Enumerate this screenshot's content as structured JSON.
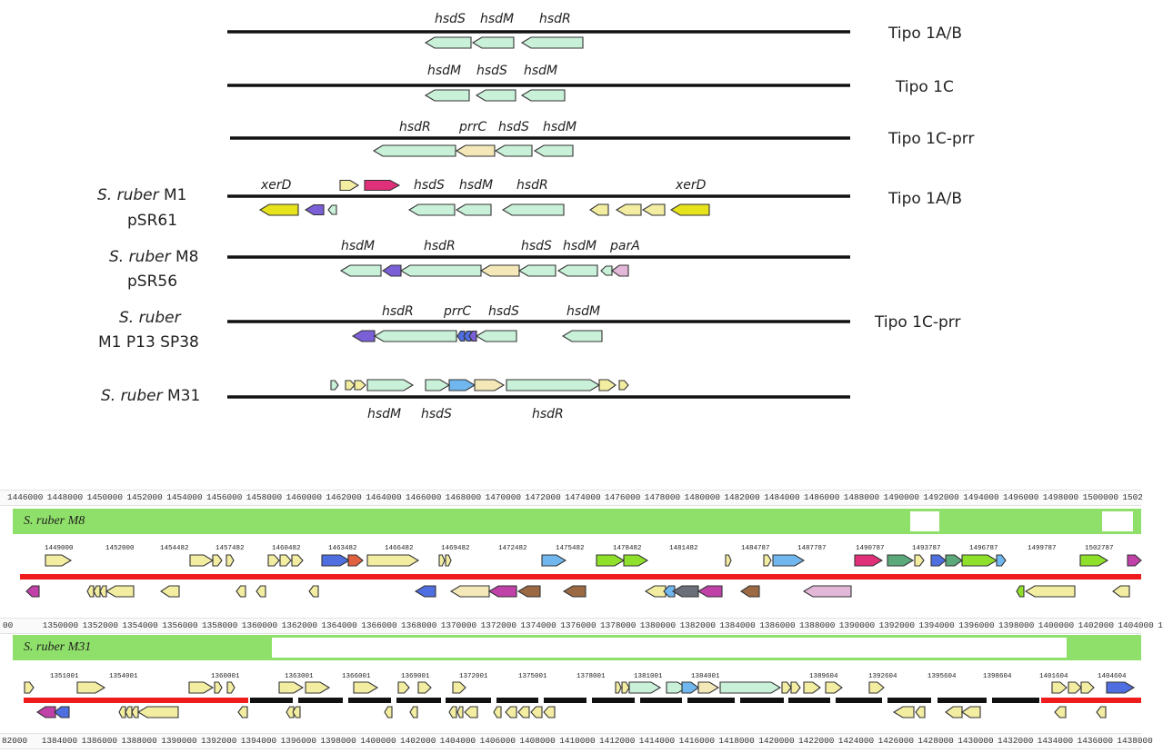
{
  "top_panel": {
    "rows": [
      {
        "label_sp": "",
        "label_rest": "",
        "label_line2": "",
        "type": "Tipo 1A/B",
        "genes_above": [
          "hsdS",
          "hsdM",
          "hsdR"
        ],
        "genes_below": []
      },
      {
        "label_sp": "",
        "label_rest": "",
        "label_line2": "",
        "type": "Tipo 1C",
        "genes_above": [
          "hsdM",
          "hsdS",
          "hsdM"
        ],
        "genes_below": []
      },
      {
        "label_sp": "",
        "label_rest": "",
        "label_line2": "",
        "type": "Tipo 1C-prr",
        "genes_above": [
          "hsdR",
          "prrC",
          "hsdS",
          "hsdM"
        ],
        "genes_below": []
      },
      {
        "label_sp": "S. ruber",
        "label_rest": " M1",
        "label_line2": "pSR61",
        "type": "Tipo 1A/B",
        "genes_above": [
          "xerD",
          "hsdS",
          "hsdM",
          "hsdR",
          "xerD"
        ],
        "genes_below": []
      },
      {
        "label_sp": "S. ruber",
        "label_rest": " M8",
        "label_line2": "pSR56",
        "type": "",
        "genes_above": [
          "hsdM",
          "hsdR",
          "hsdS",
          "hsdM",
          "parA"
        ],
        "genes_below": []
      },
      {
        "label_sp": "S. ruber",
        "label_rest": "",
        "label_line2": "M1 P13 SP38",
        "type": "Tipo 1C-prr",
        "genes_above": [
          "hsdR",
          "prrC",
          "hsdS",
          "hsdM"
        ],
        "genes_below": []
      },
      {
        "label_sp": "S. ruber",
        "label_rest": " M31",
        "label_line2": "",
        "type": "",
        "genes_above": [],
        "genes_below": [
          "hsdM",
          "hsdS",
          "hsdR"
        ]
      }
    ]
  },
  "bottom_panel": {
    "ruler1": [
      "1446000",
      "1448000",
      "1450000",
      "1452000",
      "1454000",
      "1456000",
      "1458000",
      "1460000",
      "1462000",
      "1464000",
      "1466000",
      "1468000",
      "1470000",
      "1472000",
      "1474000",
      "1476000",
      "1478000",
      "1480000",
      "1482000",
      "1484000",
      "1486000",
      "1488000",
      "1490000",
      "1492000",
      "1494000",
      "1496000",
      "1498000",
      "1500000",
      "1502"
    ],
    "ruler2": [
      "00",
      "1350000",
      "1352000",
      "1354000",
      "1356000",
      "1358000",
      "1360000",
      "1362000",
      "1364000",
      "1366000",
      "1368000",
      "1370000",
      "1372000",
      "1374000",
      "1376000",
      "1378000",
      "1380000",
      "1382000",
      "1384000",
      "1386000",
      "1388000",
      "1390000",
      "1392000",
      "1394000",
      "1396000",
      "1398000",
      "1400000",
      "1402000",
      "1404000",
      "1"
    ],
    "ruler3": [
      "82000",
      "1384000",
      "1386000",
      "1388000",
      "1390000",
      "1392000",
      "1394000",
      "1396000",
      "1398000",
      "1400000",
      "1402000",
      "1404000",
      "1406000",
      "1408000",
      "1410000",
      "1412000",
      "1414000",
      "1416000",
      "1418000",
      "1420000",
      "1422000",
      "1424000",
      "1426000",
      "1428000",
      "1430000",
      "1432000",
      "1434000",
      "1436000",
      "1438000"
    ],
    "strain1": "S. ruber M8",
    "strain2": "S. ruber M31",
    "ticks1": [
      "1449000",
      "1452000",
      "1454482",
      "1457482",
      "1460482",
      "1463482",
      "1466482",
      "1469482",
      "1472482",
      "1475482",
      "1478482",
      "1481482",
      "1484787",
      "1487787",
      "1490787",
      "1493787",
      "1496787",
      "1499787",
      "1502787"
    ],
    "ticks2": [
      "1351001",
      "1354001",
      "1360001",
      "1363001",
      "1366001",
      "1369001",
      "1372001",
      "1375001",
      "1378001",
      "1381001",
      "1384001",
      "1389604",
      "1392604",
      "1395604",
      "1398604",
      "1401604",
      "1404604"
    ]
  },
  "colors": {
    "gene_green": "#c9f0d8",
    "gene_yellow": "#f3eda2",
    "gene_cream": "#f4e8b8",
    "gene_yellow_strong": "#e6e21c",
    "gene_magenta": "#e0307a",
    "gene_purple": "#7a5fd6",
    "gene_pink": "#e3b7d8",
    "gene_blue": "#4f6fe0",
    "gene_lightblue": "#6fb7ee",
    "gene_lime": "#8fe02a",
    "gene_brown": "#9b6a44",
    "gene_violet": "#c041a8",
    "strain_bar": "#8fe06a",
    "red_track": "#ee1c1c"
  }
}
